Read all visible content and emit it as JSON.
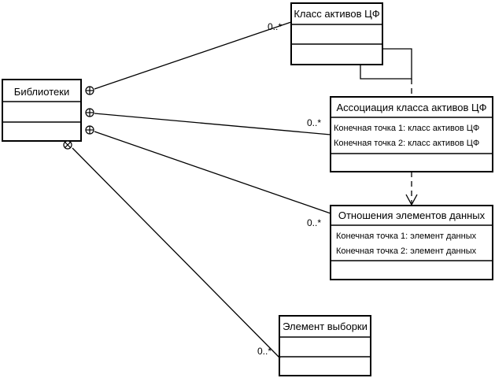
{
  "classes": {
    "libraries": {
      "name": "Библиотеки"
    },
    "asset_class": {
      "name": "Класс активов ЦФ"
    },
    "association": {
      "name": "Ассоциация класса активов ЦФ",
      "attributes": [
        "Конечная точка 1: класс активов ЦФ",
        "Конечная точка 2: класс активов ЦФ"
      ]
    },
    "relations": {
      "name": "Отношения элементов данных",
      "attributes": [
        "Конечная точка 1: элемент данных",
        "Конечная точка 2: элемент данных"
      ]
    },
    "sample_element": {
      "name": "Элемент выборки"
    }
  },
  "multiplicities": {
    "to_asset_class": "0..*",
    "to_association": "0..*",
    "to_relations": "0..*",
    "to_sample_element": "0..*"
  }
}
